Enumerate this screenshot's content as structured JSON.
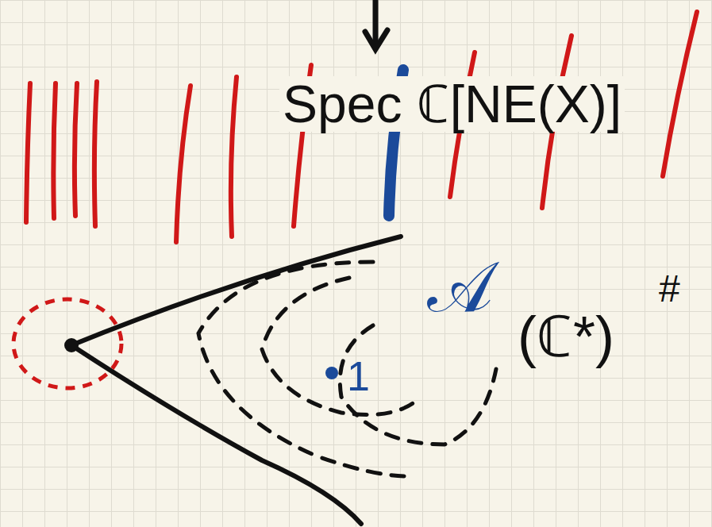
{
  "diagram": {
    "labels": [
      "Spec ℂ[NE(X)]",
      "𝒜",
      "1",
      "(ℂ*)",
      "#"
    ]
  }
}
